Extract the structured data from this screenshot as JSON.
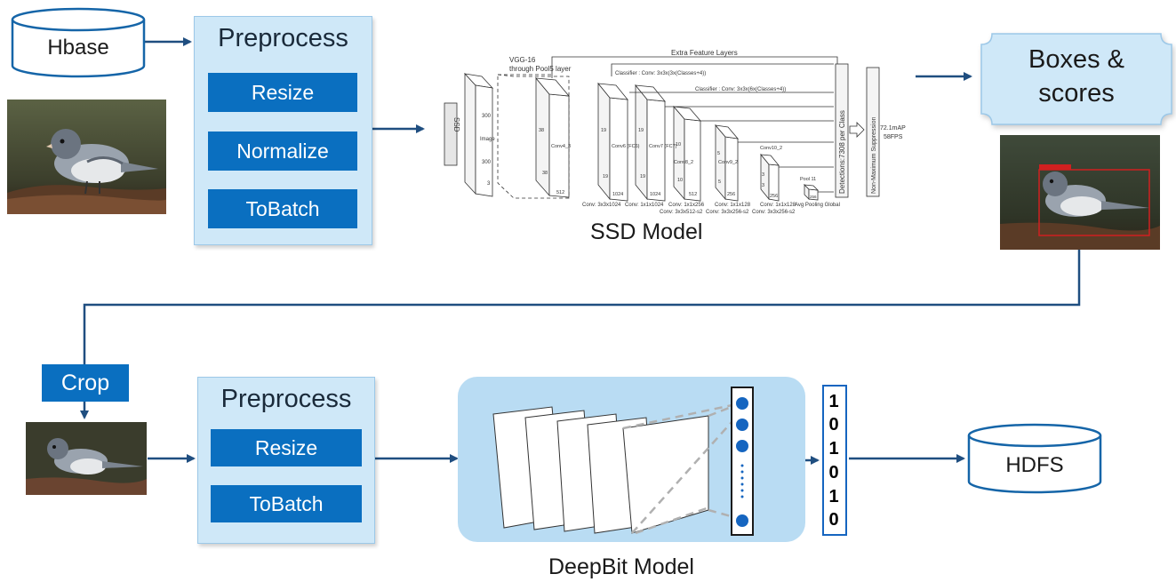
{
  "top": {
    "source": "Hbase",
    "preprocess": {
      "title": "Preprocess",
      "steps": [
        "Resize",
        "Normalize",
        "ToBatch"
      ]
    },
    "model_label": "SSD Model",
    "output": {
      "line1": "Boxes &",
      "line2": "scores"
    }
  },
  "ssd": {
    "input_label": "SSD",
    "image_dims": [
      "300",
      "Image",
      "300"
    ],
    "image_depth": "3",
    "vgg": {
      "line1": "VGG-16",
      "line2": "through Pool5 layer"
    },
    "extra": "Extra Feature Layers",
    "classifier1": "Classifier : Conv: 3x3x(3x(Classes+4))",
    "classifier2": "Classifier : Conv: 3x3x(6x(Classes+4))",
    "layers": [
      {
        "name": "Conv4_3",
        "top": "38",
        "side": "38",
        "depth": "512"
      },
      {
        "name": "Conv6 (FC6)",
        "top": "19",
        "side": "19",
        "depth": "1024"
      },
      {
        "name": "Conv7 (FC7)",
        "top": "19",
        "side": "19",
        "depth": "1024"
      },
      {
        "name": "Conv8_2",
        "top": "10",
        "side": "10",
        "depth": "512"
      },
      {
        "name": "Conv9_2",
        "top": "5",
        "side": "5",
        "depth": "256"
      },
      {
        "name": "Conv10_2",
        "top": "3",
        "side": "3",
        "depth": "256"
      },
      {
        "name": "Pool 11",
        "top": "",
        "side": "",
        "depth": "256"
      }
    ],
    "convs": [
      {
        "line1": "Conv: 3x3x1024",
        "line2": ""
      },
      {
        "line1": "Conv: 1x1x1024",
        "line2": ""
      },
      {
        "line1": "Conv: 1x1x256",
        "line2": "Conv: 3x3x512-s2"
      },
      {
        "line1": "Conv: 1x1x128",
        "line2": "Conv: 3x3x256-s2"
      },
      {
        "line1": "Conv: 1x1x128",
        "line2": "Conv: 3x3x256-s2"
      },
      {
        "line1": "Avg Pooling Global",
        "line2": ""
      }
    ],
    "detections": "Detections:7308  per Class",
    "nms": "Non-Maximum Suppression",
    "result1": "72.1mAP",
    "result2": "58FPS"
  },
  "bottom": {
    "crop": "Crop",
    "preprocess": {
      "title": "Preprocess",
      "steps": [
        "Resize",
        "ToBatch"
      ]
    },
    "model_label": "DeepBit Model",
    "bits": [
      "1",
      "0",
      "1",
      "0",
      "1",
      "0"
    ],
    "sink": "HDFS"
  },
  "colors": {
    "accent": "#0a6fc0",
    "panel": "#cfe8f8",
    "arrow": "#1f4e80",
    "deepbit_bg": "#b9dcf3"
  }
}
